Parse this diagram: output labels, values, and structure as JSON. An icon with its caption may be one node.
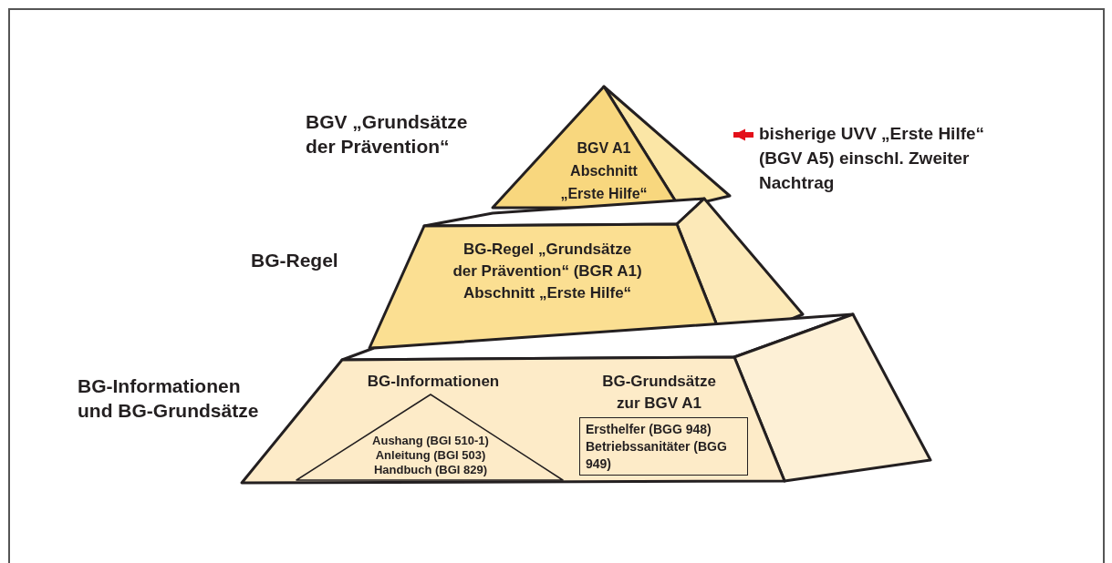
{
  "diagram": {
    "nodes": [
      {
        "text": [
          "BGV A1 Abschnitt „Erste Hilfe“"
        ],
        "beside": [
          "BGV „Grundsätze der Prävention“"
        ]
      },
      {
        "text": [
          "BG-Regel „Grundsätze der Prävention“ (BGR A1) Abschnitt „Erste Hilfe“"
        ],
        "beside": [
          "BG-Regel"
        ]
      },
      {
        "text": [
          "BG-Informationen",
          "BG-Grundsätze zur BGV A1"
        ],
        "beside": [
          "BG-Informationen und BG-Grundsätze"
        ]
      },
      {
        "text": [
          "Aushang (BGI 510-1) Anleitung (BGI 503) Handbuch (BGI 829)"
        ],
        "in": 2
      },
      {
        "text": [
          "Ersthelfer (BGG 948) Betriebssanitäter (BGG 949)"
        ],
        "in": 2
      },
      {
        "text": [
          "bisherige UVV „Erste Hilfe“ (BGV A5) einschl. Zweiter Nachtrag"
        ]
      }
    ],
    "edges": [
      {
        "from": 5,
        "to": 0,
        "arrow": "to",
        "color": "#e3101a"
      }
    ]
  }
}
